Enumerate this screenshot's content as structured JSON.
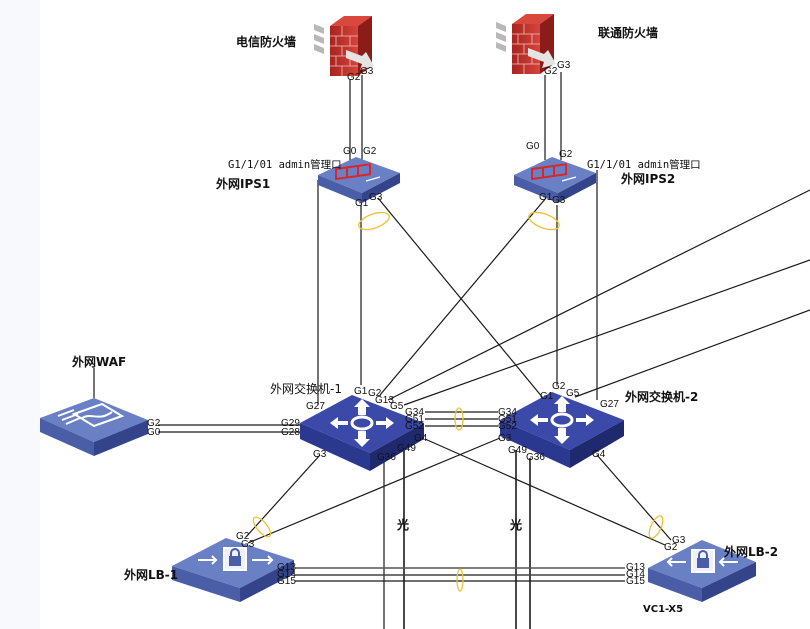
{
  "devices": {
    "fw_telecom": {
      "label": "电信防火墙",
      "type": "firewall"
    },
    "fw_unicom": {
      "label": "联通防火墙",
      "type": "firewall"
    },
    "ips1": {
      "label": "外网IPS1",
      "mgmt": "G1/1/01 admin管理口",
      "type": "ips"
    },
    "ips2": {
      "label": "外网IPS2",
      "mgmt": "G1/1/01 admin管理口",
      "type": "ips"
    },
    "waf": {
      "label": "外网WAF",
      "type": "waf"
    },
    "sw1": {
      "label": "外网交换机-1",
      "type": "core-switch"
    },
    "sw2": {
      "label": "外网交换机-2",
      "type": "core-switch"
    },
    "lb1": {
      "label": "外网LB-1",
      "type": "load-balancer"
    },
    "lb2": {
      "label": "外网LB-2",
      "type": "load-balancer",
      "note": "VC1-X5"
    }
  },
  "ports": {
    "fw1_g2": "G2",
    "fw1_g3": "G3",
    "fw2_g2": "G2",
    "fw2_g3": "G3",
    "ips1_g0": "G0",
    "ips1_g2": "G2",
    "ips1_g1": "G1",
    "ips1_g3": "G3",
    "ips2_g0": "G0",
    "ips2_g2": "G2",
    "ips2_g1": "G1",
    "ips2_g3": "G3",
    "waf_g2": "G2",
    "waf_g0": "G0",
    "sw1_g29": "G29",
    "sw1_g28": "G28",
    "sw1_g27": "G27",
    "sw1_g1": "G1",
    "sw1_g2": "G2",
    "sw1_g13": "G13",
    "sw1_g5": "G5",
    "sw1_g34": "G34",
    "sw1_g51": "G51",
    "sw1_g52": "G52",
    "sw1_g4": "G4",
    "sw1_g3": "G3",
    "sw1_g36": "G36",
    "sw1_g49": "G49",
    "sw2_g1": "G1",
    "sw2_g2": "G2",
    "sw2_g5": "G5",
    "sw2_g27": "G27",
    "sw2_g34": "G34",
    "sw2_g51": "G51",
    "sw2_g52": "G52",
    "sw2_g3": "G3",
    "sw2_g49": "G49",
    "sw2_g36": "G36",
    "sw2_g4": "G4",
    "lb1_g2": "G2",
    "lb1_g3": "G3",
    "lb1_g13": "G13",
    "lb1_g14": "G14",
    "lb1_g15": "G15",
    "lb2_g3": "G3",
    "lb2_g2": "G2",
    "lb2_g13": "G13",
    "lb2_g14": "G14",
    "lb2_g15": "G15"
  },
  "annotations": {
    "fiber_left": "光",
    "fiber_right": "光"
  },
  "colors": {
    "device_top": "#6a80c4",
    "device_side": "#3e4f98",
    "switch_top": "#3b4aa8",
    "switch_side": "#232f7a",
    "firewall": "#c0312b",
    "lag_ellipse": "#f2c032",
    "link": "#1a1a1a"
  }
}
